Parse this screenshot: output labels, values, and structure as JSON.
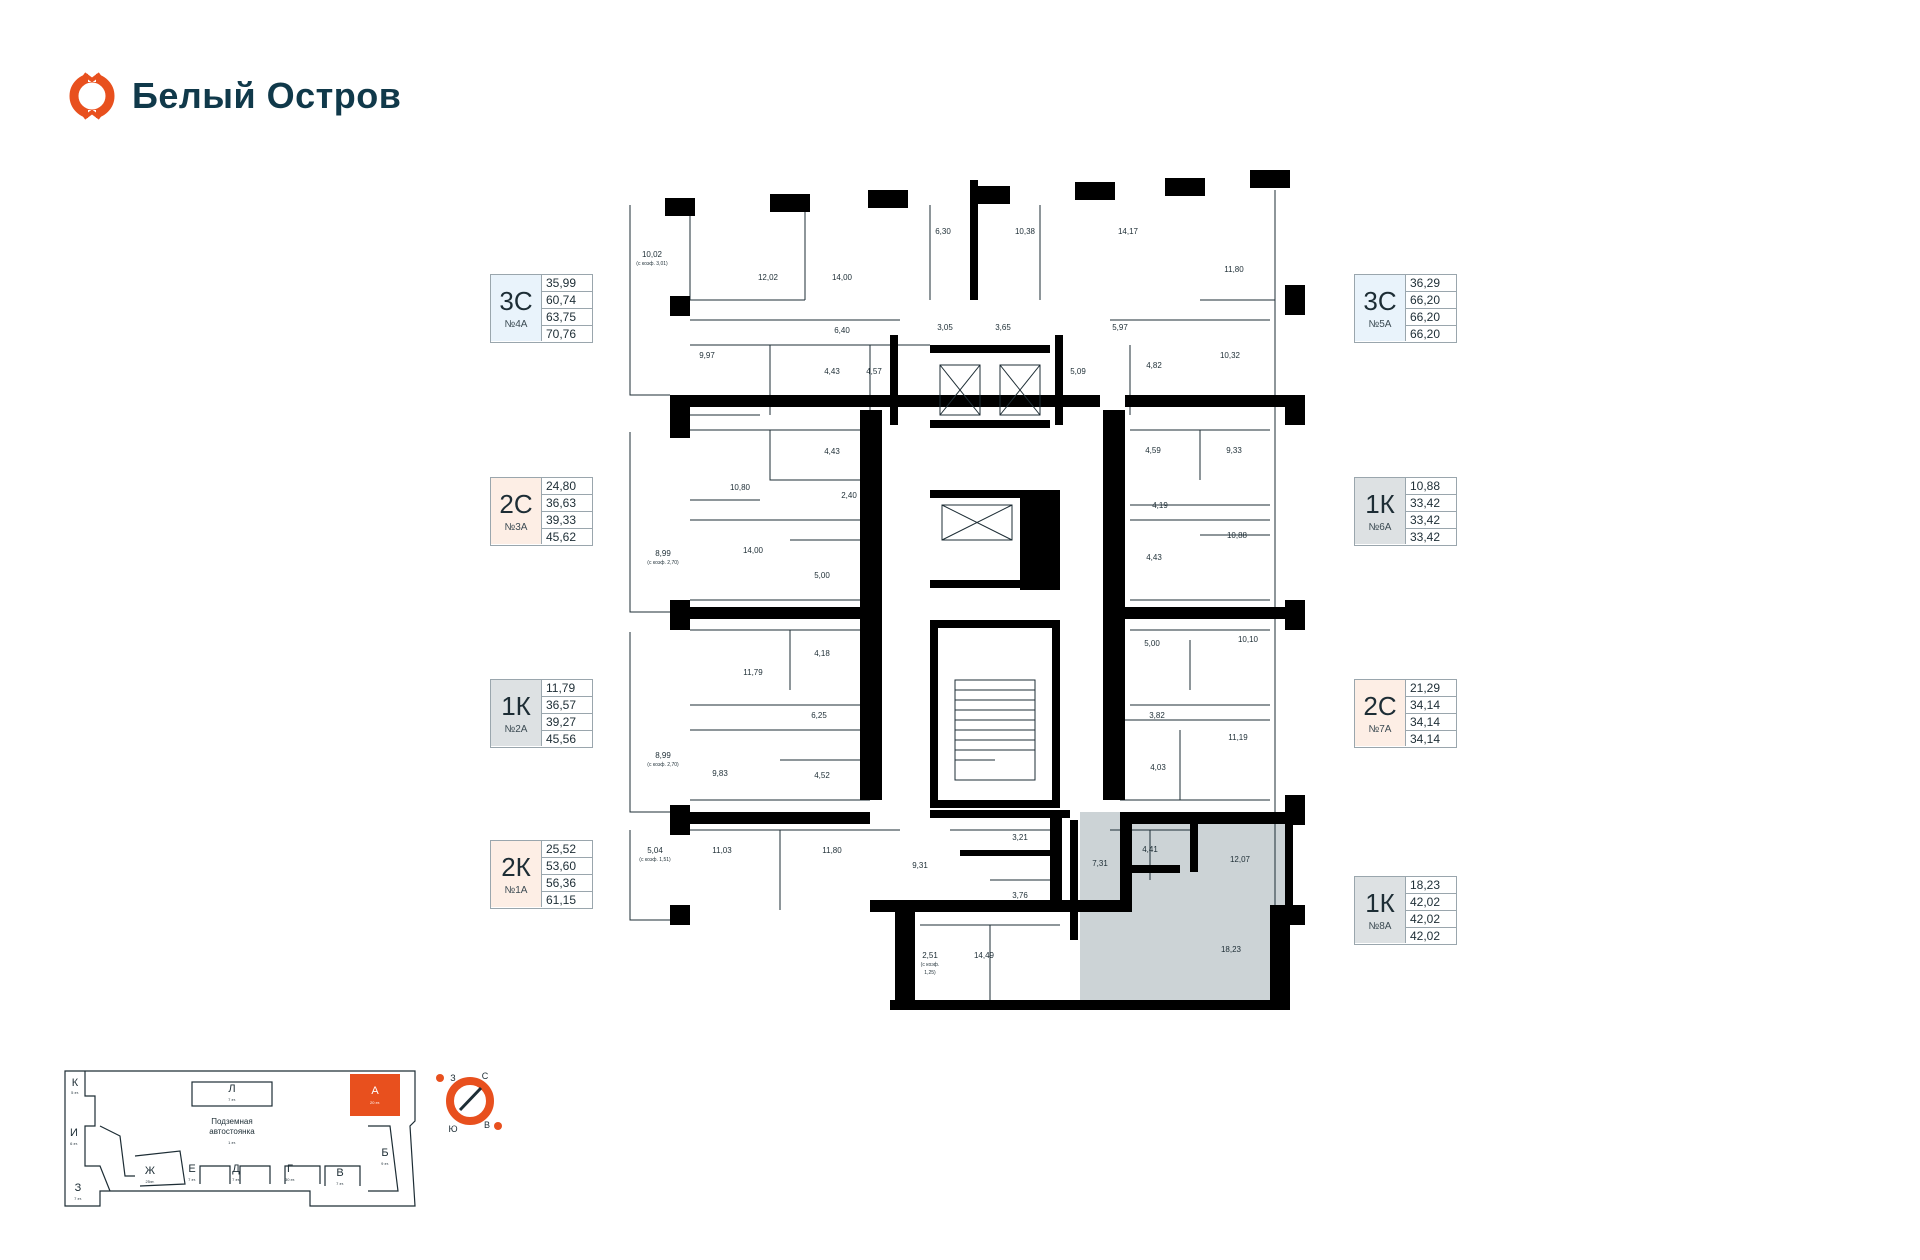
{
  "brand": {
    "name": "Белый Остров",
    "accent": "#e8501e",
    "dark": "#10394a"
  },
  "legends": [
    {
      "id": "4a",
      "type": "3С",
      "num": "№4А",
      "areas": [
        "35,99",
        "60,74",
        "63,75",
        "70,76"
      ],
      "bg": "#e9f3fb"
    },
    {
      "id": "3a",
      "type": "2С",
      "num": "№3А",
      "areas": [
        "24,80",
        "36,63",
        "39,33",
        "45,62"
      ],
      "bg": "#fdeee5"
    },
    {
      "id": "2a",
      "type": "1К",
      "num": "№2А",
      "areas": [
        "11,79",
        "36,57",
        "39,27",
        "45,56"
      ],
      "bg": "#dde1e3"
    },
    {
      "id": "1a",
      "type": "2К",
      "num": "№1А",
      "areas": [
        "25,52",
        "53,60",
        "56,36",
        "61,15"
      ],
      "bg": "#fdeee5"
    },
    {
      "id": "5a",
      "type": "3С",
      "num": "№5А",
      "areas": [
        "36,29",
        "66,20",
        "66,20",
        "66,20"
      ],
      "bg": "#e9f3fb"
    },
    {
      "id": "6a",
      "type": "1К",
      "num": "№6А",
      "areas": [
        "10,88",
        "33,42",
        "33,42",
        "33,42"
      ],
      "bg": "#dde1e3"
    },
    {
      "id": "7a",
      "type": "2С",
      "num": "№7А",
      "areas": [
        "21,29",
        "34,14",
        "34,14",
        "34,14"
      ],
      "bg": "#fdeee5"
    },
    {
      "id": "8a",
      "type": "1К",
      "num": "№8А",
      "areas": [
        "18,23",
        "42,02",
        "42,02",
        "42,02"
      ],
      "bg": "#dde1e3"
    }
  ],
  "room_labels": [
    "10,02",
    "(с коэф. 3,01)",
    "12,02",
    "14,00",
    "6,30",
    "10,38",
    "14,17",
    "11,80",
    "6,40",
    "3,05",
    "3,65",
    "5,97",
    "9,97",
    "4,43",
    "4,57",
    "5,09",
    "4,82",
    "10,32",
    "4,43",
    "10,80",
    "2,40",
    "4,59",
    "9,33",
    "4,19",
    "8,99",
    "(с коэф. 2,70)",
    "14,00",
    "5,00",
    "10,88",
    "4,43",
    "4,18",
    "11,79",
    "5,00",
    "10,10",
    "6,25",
    "3,82",
    "8,99",
    "(с коэф. 2,70)",
    "9,83",
    "4,52",
    "11,19",
    "4,03",
    "5,04",
    "(с коэф. 1,51)",
    "11,03",
    "11,80",
    "9,31",
    "3,21",
    "7,31",
    "4,41",
    "12,07",
    "3,76",
    "2,51",
    "(с коэф.",
    "1,25)",
    "14,49",
    "18,23"
  ],
  "site_plan": {
    "sections": [
      {
        "letter": "К",
        "floors": "5 эт."
      },
      {
        "letter": "Л",
        "floors": "7 эт."
      },
      {
        "letter": "А",
        "floors": "20 эт."
      },
      {
        "letter": "И",
        "floors": "6 эт."
      },
      {
        "letter": "Б",
        "floors": "9 эт."
      },
      {
        "letter": "З",
        "floors": "7 эт."
      },
      {
        "letter": "Ж",
        "floors": "25эт."
      },
      {
        "letter": "Е",
        "floors": "7 эт."
      },
      {
        "letter": "Д",
        "floors": "7 эт."
      },
      {
        "letter": "Г",
        "floors": "30 эт."
      },
      {
        "letter": "В",
        "floors": "7 эт."
      }
    ],
    "parking": {
      "line1": "Подземная",
      "line2": "автостоянка",
      "floors": "1 эт."
    }
  },
  "compass": {
    "n": "С",
    "w": "З",
    "s": "Ю",
    "e": "В"
  },
  "colors": {
    "wall": "#000000",
    "highlight": "#ccd3d6",
    "line": "#1d2d35"
  }
}
